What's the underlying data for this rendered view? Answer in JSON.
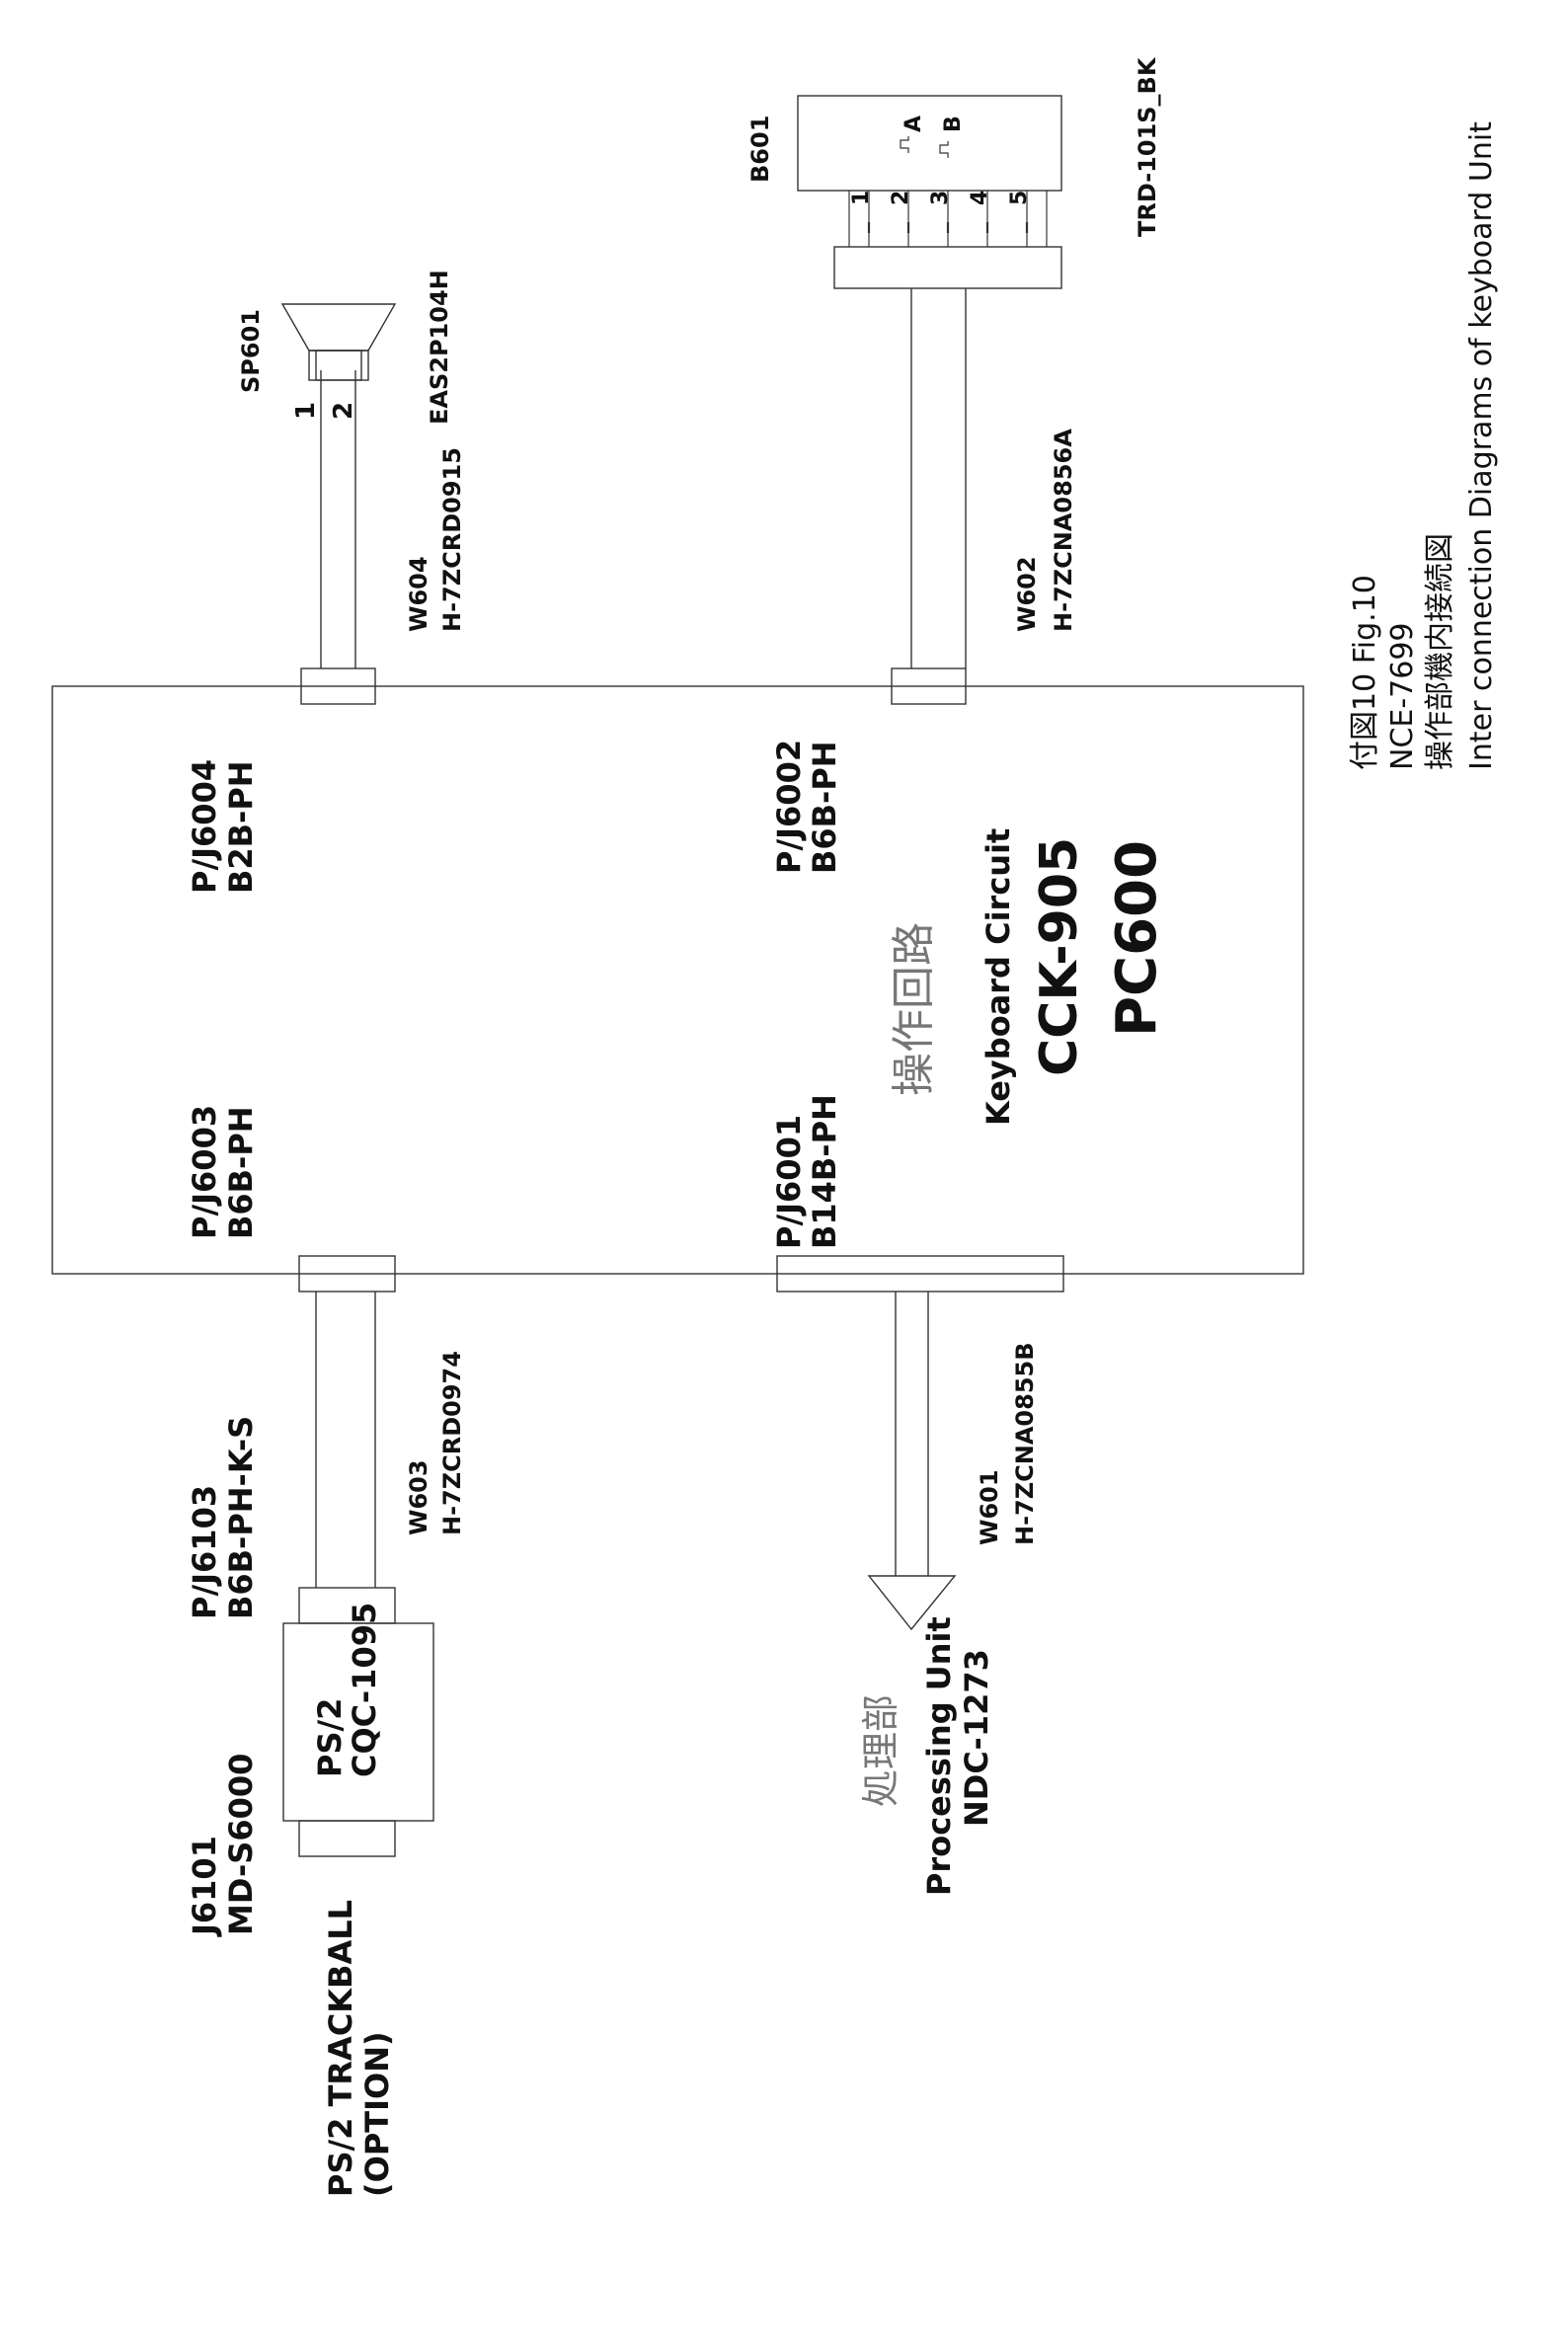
{
  "board": {
    "name_jp": "操作回路",
    "name_en": "Keyboard Circuit",
    "code": "CCK-905",
    "id": "PC600"
  },
  "connectors": {
    "j6004": {
      "ref": "P/J6004",
      "type": "B2B-PH"
    },
    "j6003": {
      "ref": "P/J6003",
      "type": "B6B-PH"
    },
    "j6002": {
      "ref": "P/J6002",
      "type": "B6B-PH"
    },
    "j6001": {
      "ref": "P/J6001",
      "type": "B14B-PH"
    },
    "j6103": {
      "ref": "P/J6103",
      "type": "B6B-PH-K-S"
    },
    "j6101": {
      "ref": "J6101",
      "type": "MD-S6000"
    }
  },
  "wires": {
    "w604": {
      "ref": "W604",
      "part": "H-7ZCRD0915"
    },
    "w602": {
      "ref": "W602",
      "part": "H-7ZCNA0856A"
    },
    "w603": {
      "ref": "W603",
      "part": "H-7ZCRD0974"
    },
    "w601": {
      "ref": "W601",
      "part": "H-7ZCNA0855B"
    }
  },
  "speaker": {
    "ref": "SP601",
    "part": "EAS2P104H",
    "pins": [
      "1",
      "2"
    ]
  },
  "encoder": {
    "ref": "B601",
    "part": "TRD-101S_BK",
    "pins": [
      "1",
      "2",
      "3",
      "4",
      "5"
    ],
    "signals": [
      "A",
      "B"
    ]
  },
  "trackball": {
    "label": "PS/2 TRACKBALL",
    "option": "(OPTION)",
    "port": "PS/2",
    "part": "CQC-1095"
  },
  "processing": {
    "name_jp": "処理部",
    "name_en": "Processing Unit",
    "part": "NDC-1273"
  },
  "caption": {
    "fig": "付図10 Fig.10",
    "model": "NCE-7699",
    "title_jp": "操作部機内接続図",
    "title_en": "Inter connection Diagrams of keyboard Unit"
  }
}
